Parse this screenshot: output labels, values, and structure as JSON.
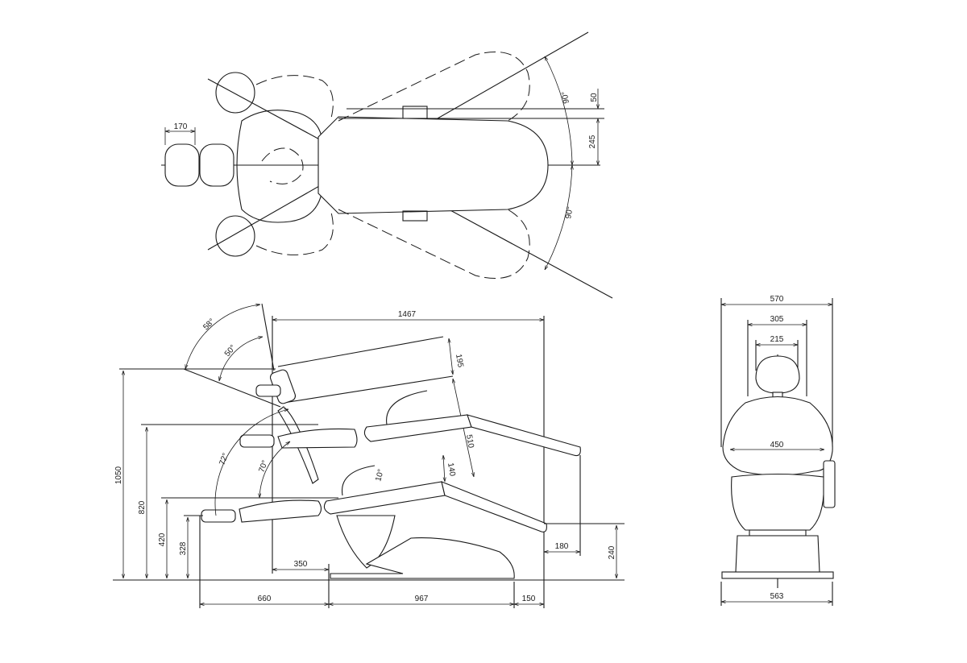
{
  "top_view": {
    "headrest_width": "170",
    "offset_top": "50",
    "half_width": "245",
    "rotation_upper": "90°",
    "rotation_lower": "90°"
  },
  "side_view": {
    "overall_length": "1467",
    "headrest_angle_outer": "58°",
    "headrest_angle_inner": "50°",
    "backrest_depth": "195",
    "backrest_travel": "510",
    "seat_depth": "140",
    "seat_tilt": "10°",
    "backrest_angle_outer": "72°",
    "backrest_angle_inner": "70°",
    "max_height": "1050",
    "raised_height": "820",
    "seat_height": "420",
    "min_height": "328",
    "head_offset": "350",
    "foot_overhang": "180",
    "foot_height": "240",
    "front_length": "660",
    "base_length": "967",
    "rear_length": "150"
  },
  "front_view": {
    "overall_width": "570",
    "headrest_outer": "305",
    "headrest_inner": "215",
    "seat_width": "450",
    "base_width": "563"
  },
  "colors": {
    "line": "#1a1a1a",
    "background": "#ffffff"
  }
}
